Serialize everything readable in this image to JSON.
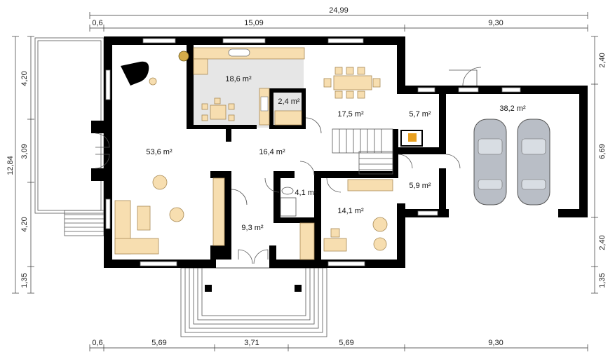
{
  "dimensions": {
    "top_total": "24,99",
    "top_segments": [
      "0,6",
      "15,09",
      "9,30"
    ],
    "bottom_segments": [
      "0,6",
      "5,69",
      "3,71",
      "5,69",
      "9,30"
    ],
    "left_total": "12,84",
    "left_segments": [
      "4,20",
      "3,09",
      "4,20",
      "1,35"
    ],
    "right_segments": [
      "2,40",
      "6,69",
      "2,40",
      "1,35"
    ]
  },
  "rooms": {
    "living": "53,6 m²",
    "kitchen": "18,6 m²",
    "pantry": "2,4 m²",
    "dining": "17,5 m²",
    "hall": "16,4 m²",
    "boiler": "5,7 m²",
    "utility": "5,9 m²",
    "garage": "38,2 m²",
    "bathroom": "4,1 m²",
    "office": "14,1 m²",
    "vestibule": "9,3 m²"
  },
  "colors": {
    "wall": "#000000",
    "furniture": "#f7deb0",
    "kitchen_floor": "#e6e6e6",
    "car": "#b9bec6"
  }
}
